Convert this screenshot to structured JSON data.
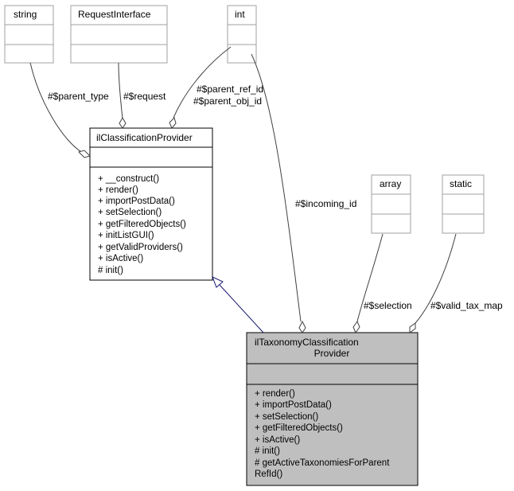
{
  "classes": {
    "string": {
      "name": "string",
      "attributes": [],
      "methods": []
    },
    "request_interface": {
      "name": "RequestInterface",
      "attributes": [],
      "methods": []
    },
    "int": {
      "name": "int",
      "attributes": [],
      "methods": []
    },
    "array": {
      "name": "array",
      "attributes": [],
      "methods": []
    },
    "static": {
      "name": "static",
      "attributes": [],
      "methods": []
    },
    "classification_provider": {
      "name": "ilClassificationProvider",
      "methods": [
        "+ __construct()",
        "+ render()",
        "+ importPostData()",
        "+ setSelection()",
        "+ getFilteredObjects()",
        "+ initListGUI()",
        "+ getValidProviders()",
        "+ isActive()",
        "# init()"
      ]
    },
    "taxonomy_provider": {
      "name_lines": [
        "ilTaxonomyClassification",
        "Provider"
      ],
      "methods": [
        "+ render()",
        "+ importPostData()",
        "+ setSelection()",
        "+ getFilteredObjects()",
        "+ isActive()",
        "# init()",
        "# getActiveTaxonomiesForParent",
        "RefId()"
      ],
      "fill": "#bfbfbf"
    }
  },
  "edges": {
    "parent_type": "#$parent_type",
    "request": "#$request",
    "parent_ref_id": "#$parent_ref_id",
    "parent_obj_id": "#$parent_obj_id",
    "incoming_id": "#$incoming_id",
    "selection": "#$selection",
    "valid_tax_map": "#$valid_tax_map"
  },
  "colors": {
    "gray_border": "#a0a0a0",
    "inheritance_arrow": "#191970",
    "association_line": "#404040"
  }
}
